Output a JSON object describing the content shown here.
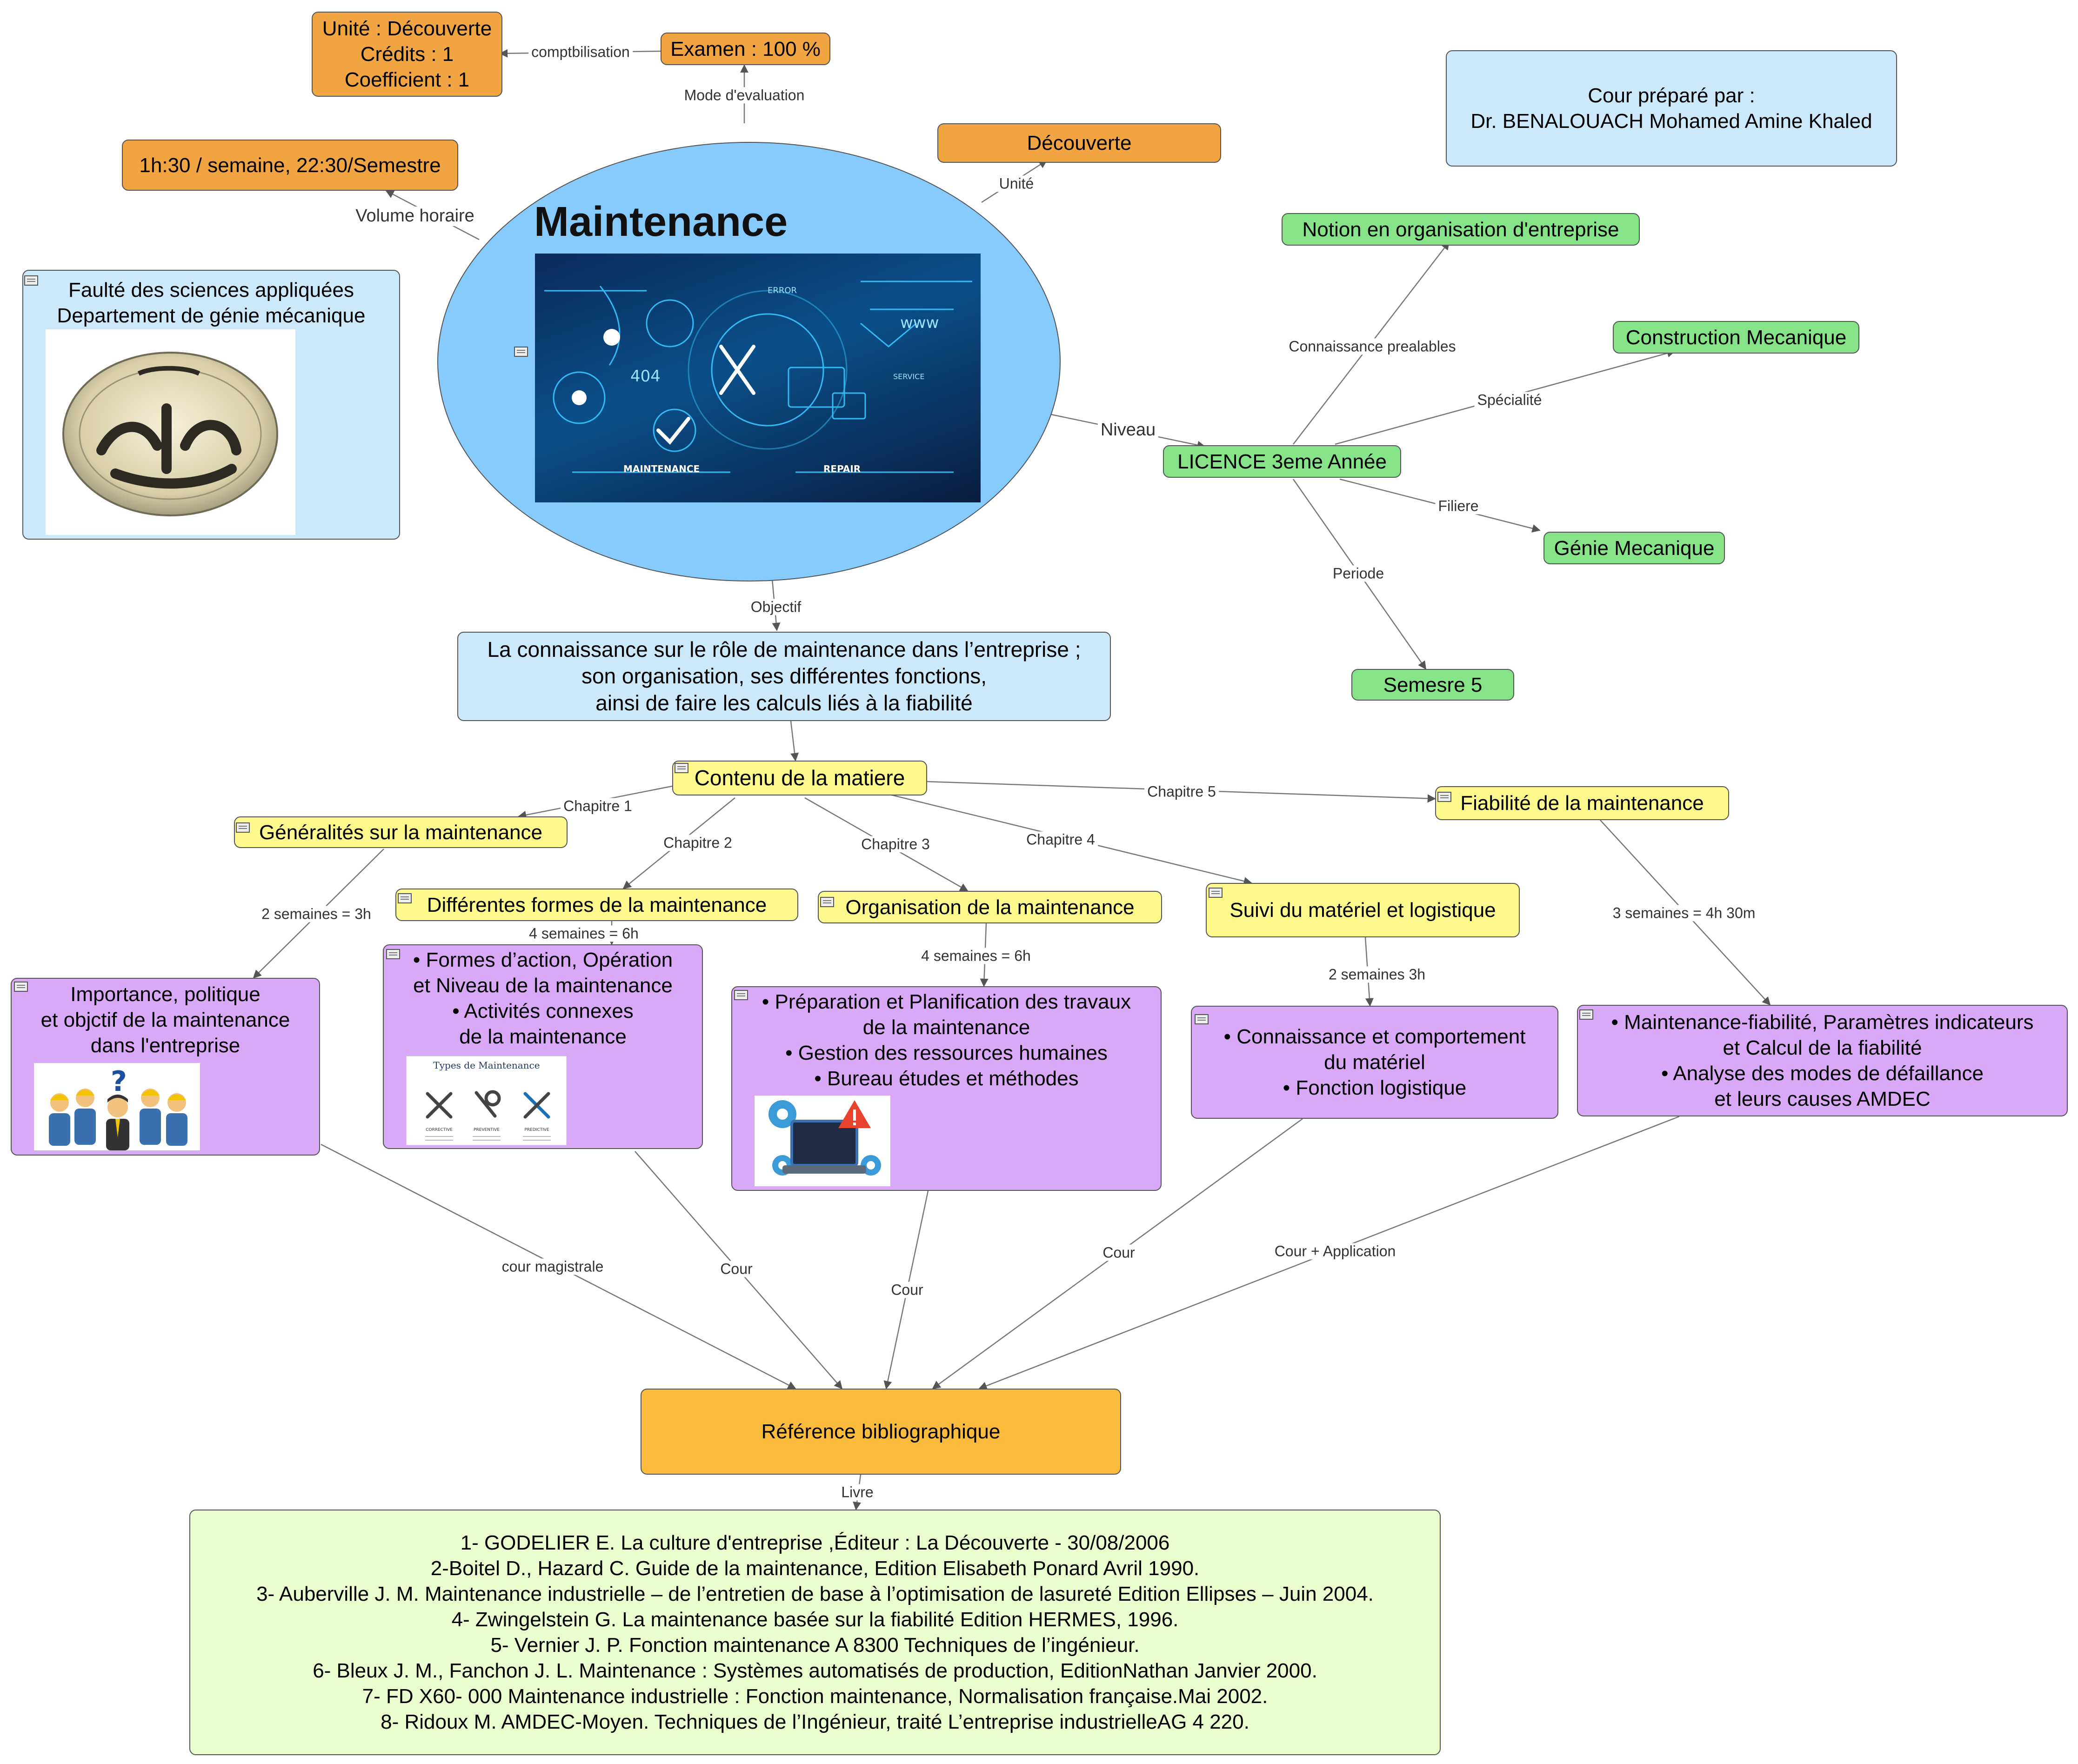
{
  "central": {
    "title": "Maintenance"
  },
  "nodes": {
    "unite_box": [
      "Unité : Découverte",
      "Crédits :  1",
      "Coefficient :  1"
    ],
    "examen": "Examen : 100 %",
    "volume": "1h:30 / semaine, 22:30/Semestre",
    "decouverte": "Découverte",
    "cour_prepare": [
      "Cour préparé par :",
      "Dr. BENALOUACH Mohamed Amine Khaled"
    ],
    "faculte": [
      "Faulté des sciences appliquées",
      "Departement de génie mécanique"
    ],
    "notion": "Notion  en organisation d'entreprise",
    "construction": "Construction Mecanique",
    "licence": "LICENCE 3eme Année",
    "genie": "Génie Mecanique",
    "semestre": "Semesre 5",
    "objectif_box": [
      "La connaissance sur le rôle de maintenance dans l’entreprise ;",
      "son organisation, ses différentes fonctions,",
      "ainsi de faire les calculs liés à la fiabilité"
    ],
    "contenu": "Contenu de la matiere",
    "ch1": "Généralités sur la maintenance",
    "ch2": "Différentes formes de la maintenance",
    "ch3": "Organisation de la maintenance",
    "ch4": "Suivi du matériel et logistique",
    "ch5": "Fiabilité de la maintenance",
    "d1": [
      "Importance, politique",
      "et objctif de la maintenance",
      "dans l'entreprise"
    ],
    "d2": [
      "• Formes d’action, Opération",
      "et Niveau de la maintenance",
      "• Activités connexes",
      "de la maintenance"
    ],
    "d3": [
      "• Préparation et Planification des travaux",
      "de la maintenance",
      "• Gestion des ressources humaines",
      "• Bureau études et méthodes"
    ],
    "d4": [
      "• Connaissance et comportement",
      "du matériel",
      "• Fonction logistique"
    ],
    "d5": [
      "• Maintenance-fiabilité, Paramètres indicateurs",
      "et Calcul de la fiabilité",
      "• Analyse des modes de défaillance",
      "et leurs causes AMDEC"
    ],
    "reference": "Référence bibliographique",
    "books": [
      "1- GODELIER  E.   La culture d'entreprise ,Éditeur : La Découverte - 30/08/2006",
      "2-Boitel D., Hazard C.   Guide de la maintenance,   Edition Elisabeth Ponard Avril 1990.",
      "3- Auberville J. M.   Maintenance industrielle – de l’entretien de base à l’optimisation de lasureté   Edition Ellipses – Juin 2004.",
      "4- Zwingelstein G.    La maintenance basée sur la fiabilité   Edition HERMES, 1996.",
      "5- Vernier J. P.   Fonction maintenance   A 8300 Techniques de l’ingénieur.",
      "6-  Bleux J. M., Fanchon J. L.   Maintenance : Systèmes automatisés de production, EditionNathan Janvier 2000.",
      "7- FD X60- 000   Maintenance industrielle : Fonction maintenance, Normalisation française.Mai 2002.",
      "8- Ridoux M.   AMDEC-Moyen. Techniques de l’Ingénieur, traité L’entreprise industrielleAG 4 220."
    ]
  },
  "images": {
    "tech_banner": {
      "left": "MAINTENANCE",
      "right": "REPAIR",
      "error": "ERROR",
      "service": "SERVICE",
      "num": "404",
      "www": "www"
    },
    "types_card": {
      "title": "Types de Maintenance",
      "c1": "CORRECTIVE",
      "c2": "PREVENTIVE",
      "c3": "PREDICTIVE"
    }
  },
  "labels": {
    "comptbilisation": "comptbilisation",
    "mode": "Mode d'evaluation",
    "volume": "Volume horaire",
    "unite": "Unité",
    "niveau": "Niveau",
    "connaissance": "Connaissance prealables",
    "specialite": "Spécialité",
    "filiere": "Filiere",
    "periode": "Periode",
    "objectif": "Objectif",
    "chapitre1": "Chapitre 1",
    "chapitre2": "Chapitre 2",
    "chapitre3": "Chapitre 3",
    "chapitre4": "Chapitre 4",
    "chapitre5": "Chapitre 5",
    "dur1": "2 semaines = 3h",
    "dur2": "4 semaines = 6h",
    "dur3": "4 semaines = 6h",
    "dur4": "2 semaines 3h",
    "dur5": "3 semaines = 4h 30m",
    "cour_magistrale": "cour magistrale",
    "cour1": "Cour",
    "cour2": "Cour",
    "cour3": "Cour",
    "cour_app": "Cour + Application",
    "livre": "Livre"
  },
  "colors": {
    "orange": "#f0a442",
    "blue": "#cce8fb",
    "green": "#86e388",
    "yellow": "#fdf98d",
    "purple": "#d9a8f7",
    "gold": "#fbbb3c",
    "lime": "#eafdcf",
    "bubble": "#87cbfd",
    "line": "#666666"
  },
  "icons": [
    "note-icon",
    "arrow-icon"
  ]
}
